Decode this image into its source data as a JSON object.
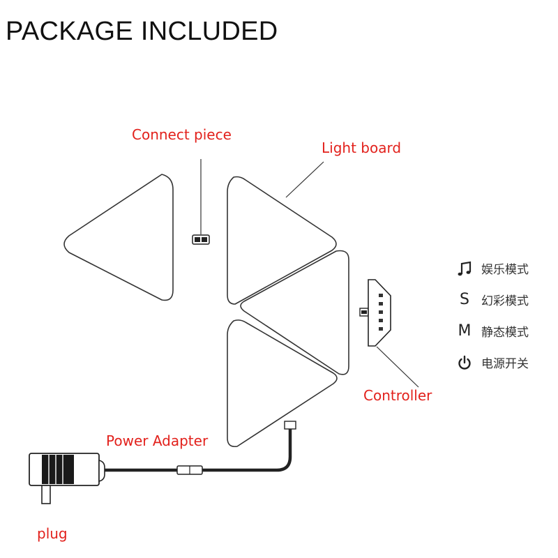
{
  "title": "PACKAGE INCLUDED",
  "label_color": "#e2211c",
  "labels": {
    "connect_piece": "Connect piece",
    "light_board": "Light board",
    "controller": "Controller",
    "power_adapter": "Power Adapter",
    "plug": "plug"
  },
  "legend": [
    {
      "icon": "music-note-icon",
      "text": "娱乐模式"
    },
    {
      "icon": "letter-s-icon",
      "symbol": "S",
      "text": "幻彩模式"
    },
    {
      "icon": "letter-m-icon",
      "symbol": "M",
      "text": "静态模式"
    },
    {
      "icon": "power-icon",
      "text": "电源开关"
    }
  ]
}
